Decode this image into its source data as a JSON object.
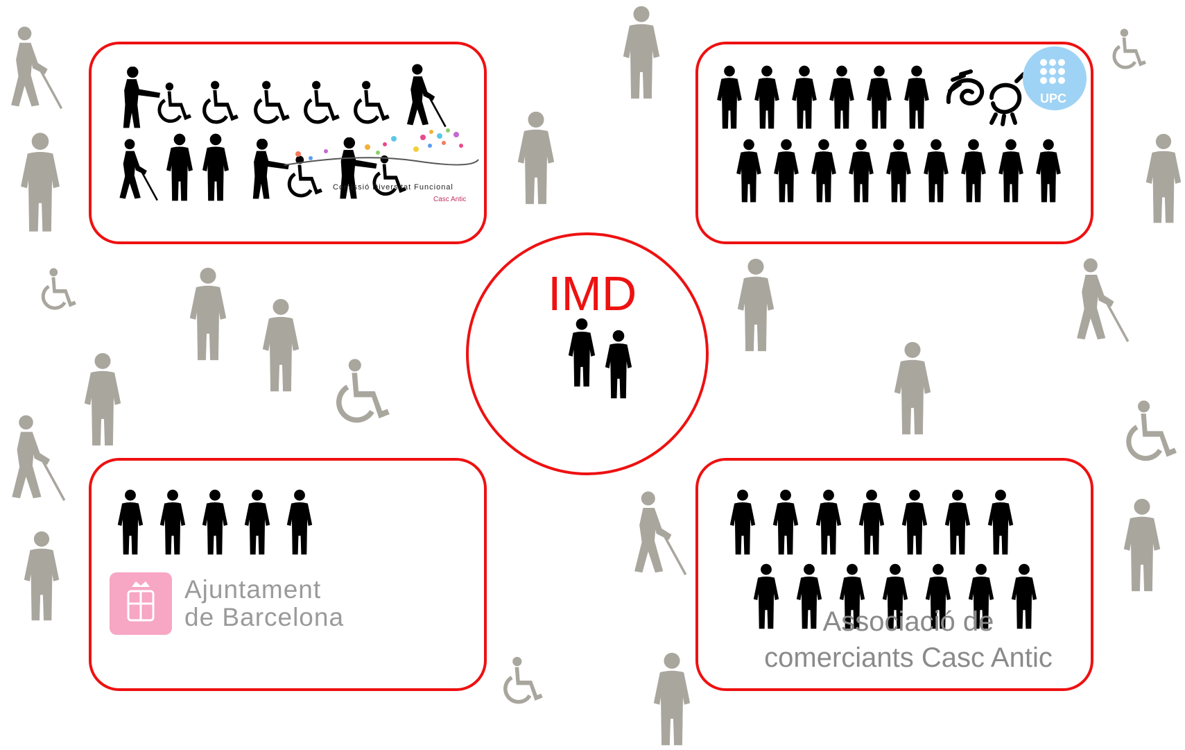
{
  "center": {
    "label": "IMD",
    "people_count": 2
  },
  "groups": {
    "top_left": {
      "row1_icons": [
        "pusher-icon",
        "wheelchair-icon",
        "wheelchair-icon",
        "wheelchair-icon",
        "wheelchair-icon",
        "wheelchair-icon",
        "blind-cane-icon"
      ],
      "row2_icons": [
        "blind-cane-icon",
        "person-icon",
        "person-icon",
        "pusher-icon",
        "wheelchair-icon",
        "pusher-icon",
        "wheelchair-icon"
      ],
      "logo_line1": "Comissió Diversitat Funcional",
      "logo_line2": "Casc Antic"
    },
    "top_right": {
      "row1_people": 6,
      "row2_people": 9,
      "extra_icon": "sign-language-icon",
      "logo_text": "UPC"
    },
    "bottom_left": {
      "people": 5,
      "logo_line1": "Ajuntament",
      "logo_line2": "de Barcelona"
    },
    "bottom_right": {
      "row1_people": 7,
      "row2_people": 7,
      "caption_line1": "Associació de",
      "caption_line2": "comerciants Casc Antic"
    }
  },
  "colors": {
    "frame": "#ee1111",
    "figure": "#000000",
    "background_figure": "#a9a69e",
    "upc_blue": "#9fd3f5",
    "barcelona_pink": "#f7a6c3"
  }
}
